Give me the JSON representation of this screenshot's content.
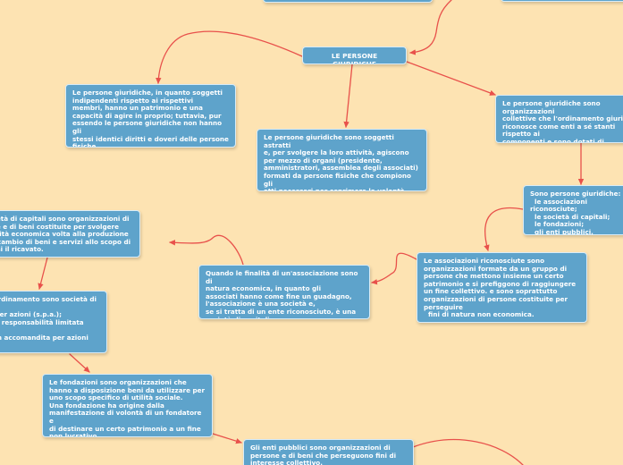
{
  "nodes": {
    "root": "LE PERSONE GIURIDICHE",
    "indipendenti": "Le persone giuridiche, in quanto soggetti\nindipendenti rispetto ai rispettivi\nmembri, hanno un patrimonio e una\ncapacità di agire in proprio; tuttavia, pur\nessendo le persone giuridiche non hanno gli\nstessi identici diritti e doveri delle persone\nfisiche.",
    "astratti": "Le persone giuridiche sono soggetti astratti\ne, per svolgere la loro attività, agiscono\nper mezzo di organi (presidente,\namministratori, assemblea degli associati)\nformati da persone fisiche che compiono gli\natti necessari per esprimere la volontà\ndell'ente e per conseguire il fine.",
    "organizzazioni": "Le persone giuridiche sono organizzazioni\ncollettive che l'ordinamento giuridico\nriconosce come enti a sé stanti rispetto ai\ncomponenti e sono dotati di un'autonomia\npatrimoniale perfetta.",
    "tipi": "Sono persone giuridiche:\n  le associazioni riconosciute;\n  le società di capitali;\n  le fondazioni;\n  gli enti pubblici.",
    "associazioni": "Le associazioni riconosciute sono\norganizzazioni formate da un gruppo di\npersone che mettono insieme un certo\npatrimonio e si prefiggono di raggiungere\nun fine collettivo. e sono soprattutto\norganizzazioni di persone costituite per\nperseguire\n  fini di natura non economica.",
    "finalita": "Quando le finalità di un'associazione sono di\nnatura economica, in quanto gli\nassociati hanno come fine un guadagno,\nl'associazione è una società e,\nse si tratta di un ente riconosciuto, è una\nsocietà di capitali.",
    "capitali": "Le società di capitali sono organizzazioni di\npersone e di beni costituite per svolgere\nun'attività economica volta alla produzione\no allo scambio di beni e servizi allo scopo di\ndividersi il ricavato.",
    "ordinamento": "Nel nostro ordinamento sono società di\ncapitali:\n  le società per azioni (s.p.a.);\n  le società a responsabilità limitata\n  (s.r.l.);\n  le società in accomandita per azioni\n  (s.a.p.a.).",
    "fondazioni": "Le fondazioni sono organizzazioni che\nhanno a disposizione beni da utilizzare per\nuno scopo specifico di utilità sociale.\nUna fondazione ha origine dalla\nmanifestazione di volontà di un fondatore e\ndi destinare un certo patrimonio a un fine\nnon lucrativo.",
    "enti_pubblici": "Gli enti pubblici sono organizzazioni di\npersone e di beni che perseguono fini di\ninteresse collettivo.",
    "top_left": "",
    "top_right": ""
  },
  "colors": {
    "background": "#fde3b2",
    "node_fill": "#5ea3cb",
    "node_border": "#d9ecf7",
    "node_text": "#ffffff",
    "connector": "#e8514b"
  }
}
